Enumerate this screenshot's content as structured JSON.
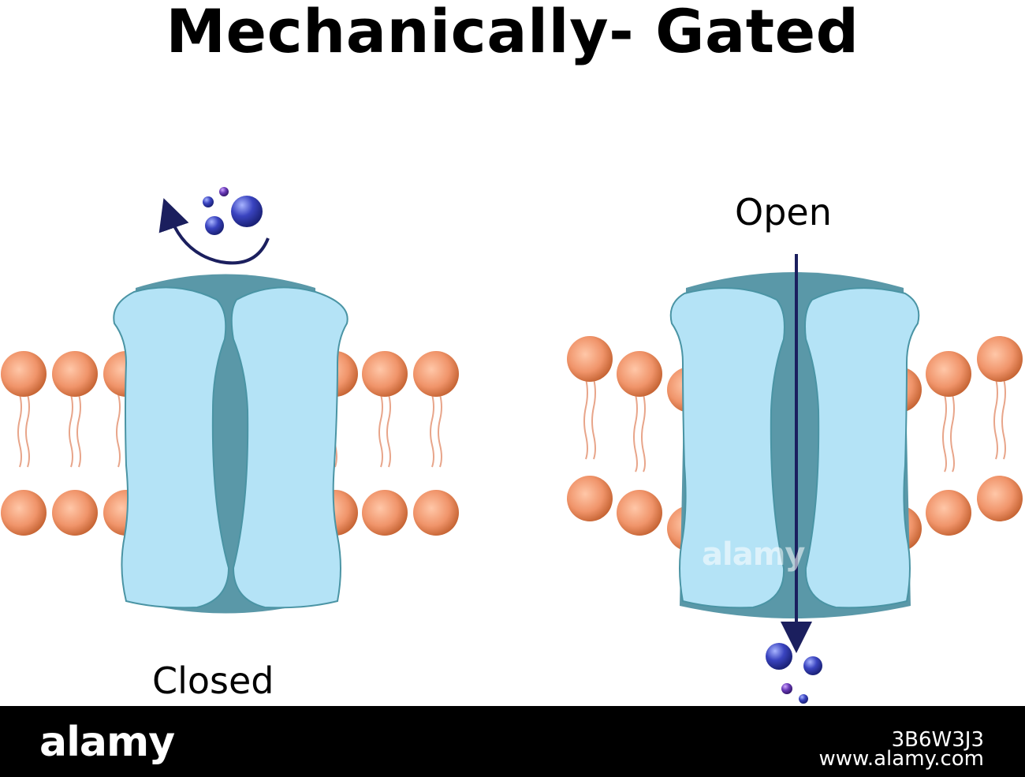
{
  "title": "Mechanically- Gated",
  "states": {
    "closed": "Closed",
    "open": "Open"
  },
  "watermark": "alamy",
  "footer": {
    "logo": "alamy",
    "image_id": "3B6W3J3",
    "url": "www.alamy.com"
  },
  "colors": {
    "lipid_head": "#e0865a",
    "lipid_tail": "#e8a58a",
    "channel_body": "#b4e3f6",
    "channel_outline": "#4a94a4",
    "channel_dark": "#3f8596",
    "ion": "#2f38a8",
    "arrow": "#1b1f5e"
  }
}
